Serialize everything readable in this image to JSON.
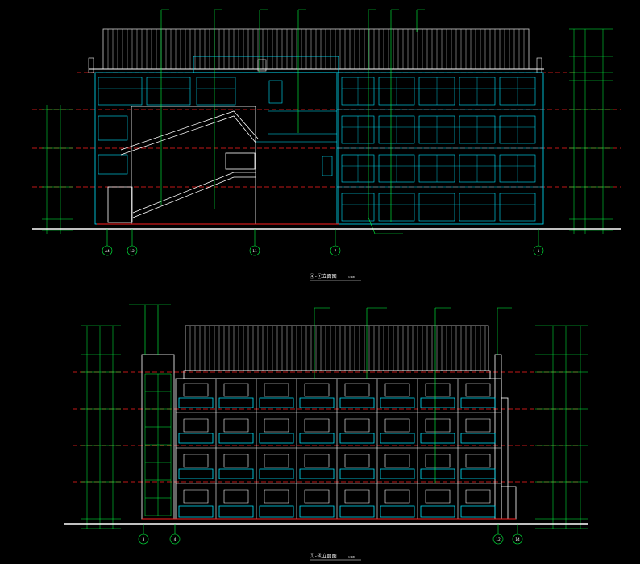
{
  "drawing": {
    "colors": {
      "background": "#000000",
      "cyan": "#00e5ff",
      "green": "#00ff40",
      "white": "#ffffff",
      "red": "#ff2020",
      "roof": "#cfcfcf"
    },
    "elevations": [
      {
        "id": "top",
        "title": "④-①立面图",
        "scale": "1:100",
        "axes": [
          "A4",
          "12",
          "11",
          "7",
          "1"
        ]
      },
      {
        "id": "bottom",
        "title": "①-④立面图",
        "scale": "1:100",
        "axes": [
          "3",
          "4",
          "12",
          "14"
        ]
      }
    ]
  }
}
